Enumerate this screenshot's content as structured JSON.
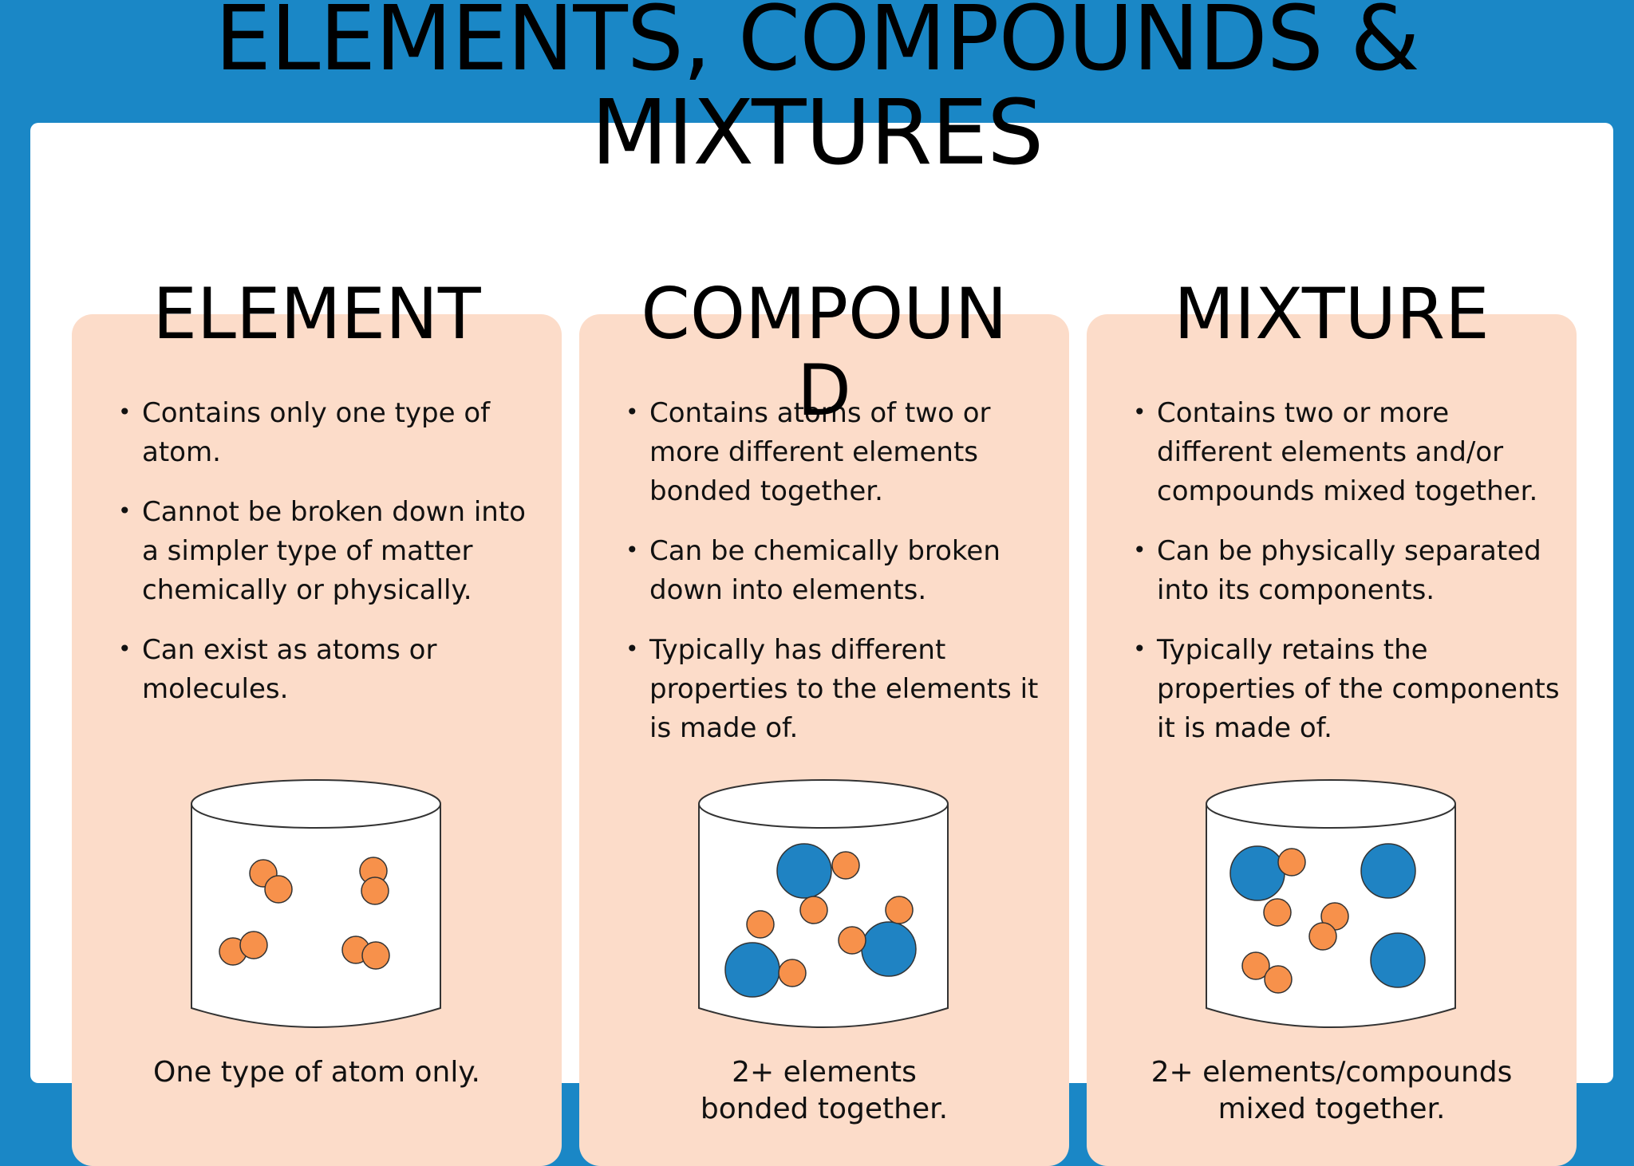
{
  "page": {
    "title_line1": "ELEMENTS, COMPOUNDS &",
    "title_line2": "MIXTURES"
  },
  "colors": {
    "background": "#1a87c6",
    "panel": "#ffffff",
    "card": "#fcdcc9",
    "orange_atom": "#f7914b",
    "blue_atom": "#1f83c3"
  },
  "cards": [
    {
      "heading_line1": "ELEMENT",
      "heading_line2": "",
      "bullets": [
        "Contains only one type of atom.",
        "Cannot be broken down into a simpler type of matter chemically or physically.",
        "Can exist as atoms or molecules."
      ],
      "caption_line1": "One type of atom only.",
      "caption_line2": ""
    },
    {
      "heading_line1": "COMPOUN",
      "heading_line2": "D",
      "bullets": [
        "Contains atoms of two or more different elements bonded together.",
        "Can be chemically broken down into elements.",
        "Typically has different properties to the elements it is made of."
      ],
      "caption_line1": "2+ elements",
      "caption_line2": "bonded together."
    },
    {
      "heading_line1": "MIXTURE",
      "heading_line2": "",
      "bullets": [
        "Contains two or more different elements and/or compounds mixed together.",
        "Can be physically separated into its components.",
        "Typically retains the properties of the components it is made of."
      ],
      "caption_line1": "2+ elements/compounds",
      "caption_line2": "mixed together."
    }
  ]
}
